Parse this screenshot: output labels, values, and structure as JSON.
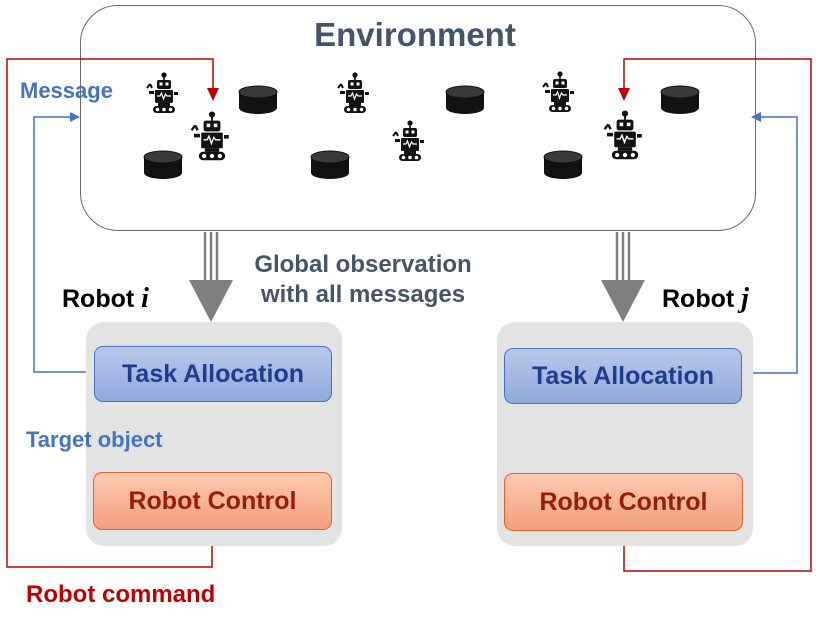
{
  "environment": {
    "title": "Environment"
  },
  "labels": {
    "message": "Message",
    "global_observation_line1": "Global observation",
    "global_observation_line2": "with all messages",
    "target_object": "Target object",
    "robot_command": "Robot command"
  },
  "robots": {
    "i": {
      "prefix": "Robot",
      "var": "i",
      "task_allocation": "Task Allocation",
      "robot_control": "Robot Control"
    },
    "j": {
      "prefix": "Robot",
      "var": "j",
      "task_allocation": "Task Allocation",
      "robot_control": "Robot Control"
    }
  },
  "colors": {
    "message_flow": "#4472c4",
    "command_flow": "#c00000",
    "observation_arrow": "#7f7f7f",
    "title_text": "#44546a"
  },
  "icons": {
    "robot": "robot-icon",
    "object": "cylinder-object-icon"
  }
}
